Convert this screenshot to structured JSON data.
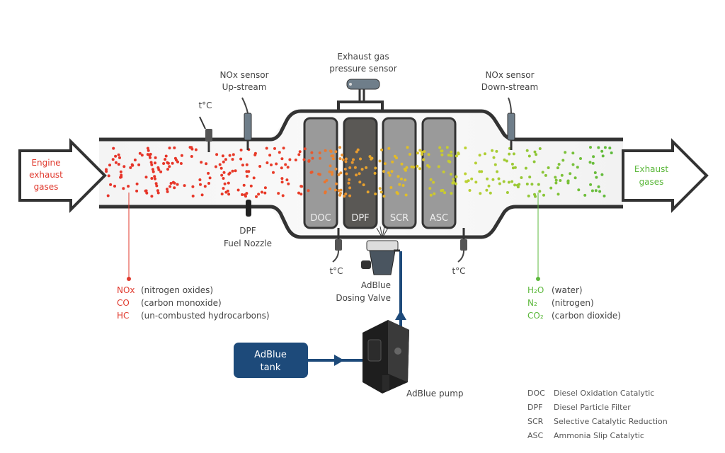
{
  "inlet": {
    "line1": "Engine",
    "line2": "exhaust",
    "line3": "gases"
  },
  "outlet": {
    "line1": "Exhaust",
    "line2": "gases"
  },
  "sensors": {
    "temp_upstream": "t°C",
    "nox_up_line1": "NOx sensor",
    "nox_up_line2": "Up-stream",
    "pressure_line1": "Exhaust gas",
    "pressure_line2": "pressure sensor",
    "nox_down_line1": "NOx sensor",
    "nox_down_line2": "Down-stream",
    "nozzle_line1": "DPF",
    "nozzle_line2": "Fuel Nozzle",
    "temp_mid": "t°C",
    "temp_down": "t°C",
    "dosing_line1": "AdBlue",
    "dosing_line2": "Dosing Valve"
  },
  "catalysts": [
    "DOC",
    "DPF",
    "SCR",
    "ASC"
  ],
  "tank": {
    "line1": "AdBlue",
    "line2": "tank"
  },
  "pump_label": "AdBlue pump",
  "inputs": [
    {
      "abbr": "NOx",
      "desc": "(nitrogen oxides)"
    },
    {
      "abbr": "CO",
      "desc": "(carbon monoxide)"
    },
    {
      "abbr": "HC",
      "desc": "(un-combusted hydrocarbons)"
    }
  ],
  "outputs": [
    {
      "abbr": "H₂O",
      "desc": "(water)"
    },
    {
      "abbr": "N₂",
      "desc": "(nitrogen)"
    },
    {
      "abbr": "CO₂",
      "desc": "(carbon dioxide)"
    }
  ],
  "legend": [
    {
      "abbr": "DOC",
      "desc": "Diesel Oxidation Catalytic"
    },
    {
      "abbr": "DPF",
      "desc": "Diesel Particle Filter"
    },
    {
      "abbr": "SCR",
      "desc": "Selective Catalytic Reduction"
    },
    {
      "abbr": "ASC",
      "desc": "Ammonia Slip Catalytic"
    }
  ],
  "colors": {
    "pollutant": "#e03a2e",
    "clean": "#5cb83c",
    "adblue": "#1d4a7a",
    "pipe": "#333333",
    "catalyst": "#9a9a9a",
    "dpf": "#5a5855"
  }
}
